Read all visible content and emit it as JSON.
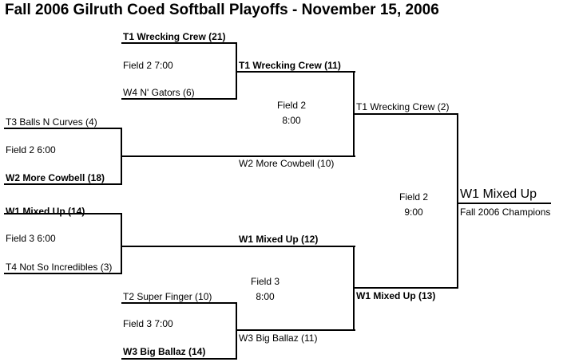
{
  "title": "Fall 2006 Gilruth Coed Softball Playoffs - November 15, 2006",
  "round1": [
    {
      "top": "T1 Wrecking Crew (21)",
      "info": "Field 2  7:00",
      "bottom": "W4 N' Gators (6)"
    },
    {
      "top": "T3 Balls N Curves (4)",
      "info": "Field 2  6:00",
      "bottom": "W2 More Cowbell (18)"
    },
    {
      "top": "W1 Mixed Up (14)",
      "info": "Field 3  6:00",
      "bottom": "T4 Not So Incredibles (3)"
    },
    {
      "top": "T2 Super Finger (10)",
      "info": "Field 3  7:00",
      "bottom": "W3 Big Ballaz (14)"
    }
  ],
  "semis": [
    {
      "top": "T1 Wrecking Crew (11)",
      "field": "Field 2",
      "time": "8:00",
      "bottom": "W2 More Cowbell (10)"
    },
    {
      "top": "W1 Mixed Up (12)",
      "field": "Field 3",
      "time": "8:00",
      "bottom": "W3 Big Ballaz (11)"
    }
  ],
  "final": {
    "top": "T1 Wrecking Crew (2)",
    "field": "Field 2",
    "time": "9:00",
    "bottom": "W1 Mixed Up (13)"
  },
  "champion": {
    "name": "W1 Mixed Up",
    "caption": "Fall 2006 Champions"
  }
}
